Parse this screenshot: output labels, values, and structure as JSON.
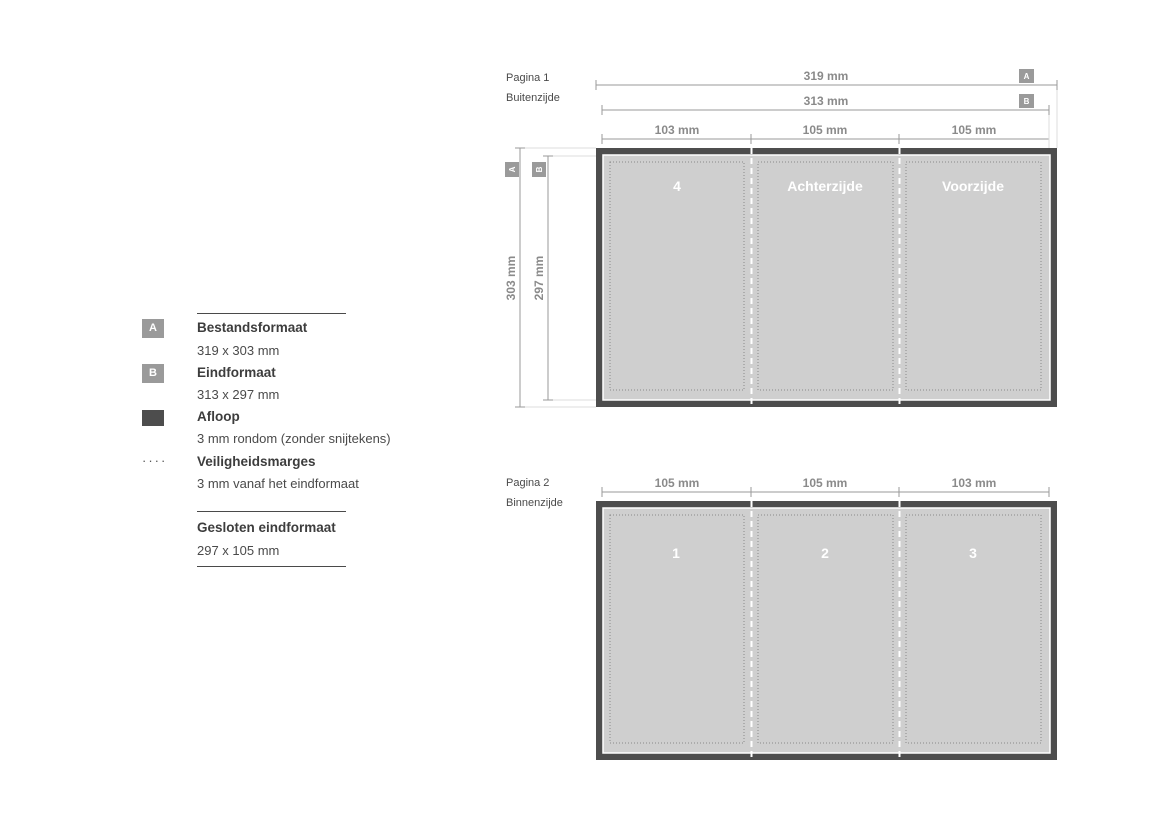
{
  "legend": {
    "file_format": {
      "badge": "A",
      "title": "Bestandsformaat",
      "desc": "319 x 303 mm"
    },
    "final_format": {
      "badge": "B",
      "title": "Eindformaat",
      "desc": "313 x 297 mm"
    },
    "bleed": {
      "title": "Afloop",
      "desc": "3 mm rondom (zonder snijtekens)"
    },
    "safety": {
      "symbol": "····",
      "title": "Veiligheidsmarges",
      "desc": "3 mm vanaf het eindformaat"
    },
    "closed": {
      "title": "Gesloten eindformaat",
      "desc": "297 x 105 mm"
    }
  },
  "page1": {
    "title": "Pagina 1",
    "subtitle": "Buitenzijde",
    "dim_a": "319 mm",
    "dim_b": "313 mm",
    "badge_a": "A",
    "badge_b": "B",
    "panel_widths": [
      "103 mm",
      "105 mm",
      "105 mm"
    ],
    "height_a": "303 mm",
    "height_b": "297 mm",
    "panels": [
      "4",
      "Achterzijde",
      "Voorzijde"
    ]
  },
  "page2": {
    "title": "Pagina 2",
    "subtitle": "Binnenzijde",
    "panel_widths": [
      "105 mm",
      "105 mm",
      "103 mm"
    ],
    "panels": [
      "1",
      "2",
      "3"
    ]
  },
  "colors": {
    "bleed": "#4d4d4d",
    "panel": "#cfcfcf",
    "dimension": "#8a8a8a",
    "badge": "#9a9a9a"
  }
}
